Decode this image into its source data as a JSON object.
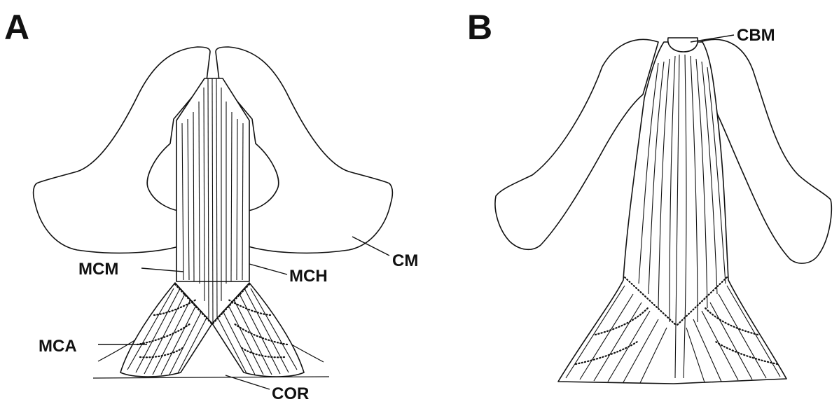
{
  "panels": [
    {
      "id": "A",
      "letter": "A",
      "labels": {
        "mcm": "MCM",
        "mch": "MCH",
        "cm": "CM",
        "mca": "MCA",
        "cor": "COR"
      }
    },
    {
      "id": "B",
      "letter": "B",
      "labels": {
        "cbm": "CBM"
      }
    }
  ]
}
